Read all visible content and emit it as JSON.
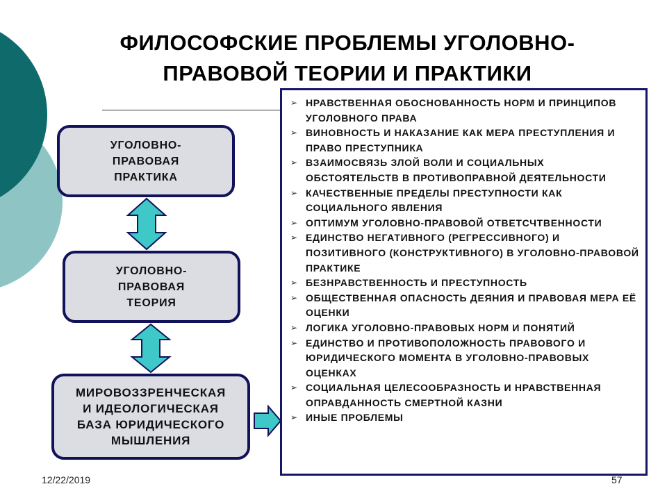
{
  "slide": {
    "title": "ФИЛОСОФСКИЕ ПРОБЛЕМЫ УГОЛОВНО-\nПРАВОВОЙ ТЕОРИИ И ПРАКТИКИ",
    "boxes": {
      "practice": "УГОЛОВНО-\nПРАВОВАЯ\nПРАКТИКА",
      "theory": "УГОЛОВНО-\nПРАВОВАЯ\nТЕОРИЯ",
      "base": "МИРОВОЗЗРЕНЧЕСКАЯ\nИ ИДЕОЛОГИЧЕСКАЯ\nБАЗА ЮРИДИЧЕСКОГО\nМЫШЛЕНИЯ"
    },
    "problems": [
      "НРАВСТВЕННАЯ ОБОСНОВАННОСТЬ НОРМ И ПРИНЦИПОВ УГОЛОВНОГО ПРАВА",
      "ВИНОВНОСТЬ И НАКАЗАНИЕ КАК МЕРА ПРЕСТУПЛЕНИЯ И ПРАВО ПРЕСТУПНИКА",
      "ВЗАИМОСВЯЗЬ ЗЛОЙ ВОЛИ И СОЦИАЛЬНЫХ ОБСТОЯТЕЛЬСТВ В ПРОТИВОПРАВНОЙ ДЕЯТЕЛЬНОСТИ",
      "КАЧЕСТВЕННЫЕ ПРЕДЕЛЫ ПРЕСТУПНОСТИ КАК СОЦИАЛЬНОГО ЯВЛЕНИЯ",
      "ОПТИМУМ УГОЛОВНО-ПРАВОВОЙ ОТВЕТСЧТВЕННОСТИ",
      "ЕДИНСТВО НЕГАТИВНОГО (РЕГРЕССИВНОГО) И ПОЗИТИВНОГО (КОНСТРУКТИВНОГО) В УГОЛОВНО-ПРАВОВОЙ ПРАКТИКЕ",
      "БЕЗНРАВСТВЕННОСТЬ И ПРЕСТУПНОСТЬ",
      "ОБЩЕСТВЕННАЯ ОПАСНОСТЬ ДЕЯНИЯ И ПРАВОВАЯ МЕРА ЕЁ ОЦЕНКИ",
      "ЛОГИКА УГОЛОВНО-ПРАВОВЫХ НОРМ И ПОНЯТИЙ",
      "ЕДИНСТВО И ПРОТИВОПОЛОЖНОСТЬ ПРАВОВОГО И ЮРИДИЧЕСКОГО МОМЕНТА В УГОЛОВНО-ПРАВОВЫХ ОЦЕНКАХ",
      "СОЦИАЛЬНАЯ ЦЕЛЕСООБРАЗНОСТЬ И НРАВСТВЕННАЯ ОПРАВДАННОСТЬ СМЕРТНОЙ КАЗНИ",
      "ИНЫЕ ПРОБЛЕМЫ"
    ],
    "bullet_glyph": "➢",
    "footer": {
      "date": "12/22/2019",
      "page": "57"
    }
  },
  "colors": {
    "circle_dark": "#0f6b6b",
    "circle_light": "#8fc4c4",
    "box_border": "#12125a",
    "box_fill": "#dcdde3",
    "arrow_fill": "#3fc8c8",
    "panel_border": "#15156a"
  }
}
